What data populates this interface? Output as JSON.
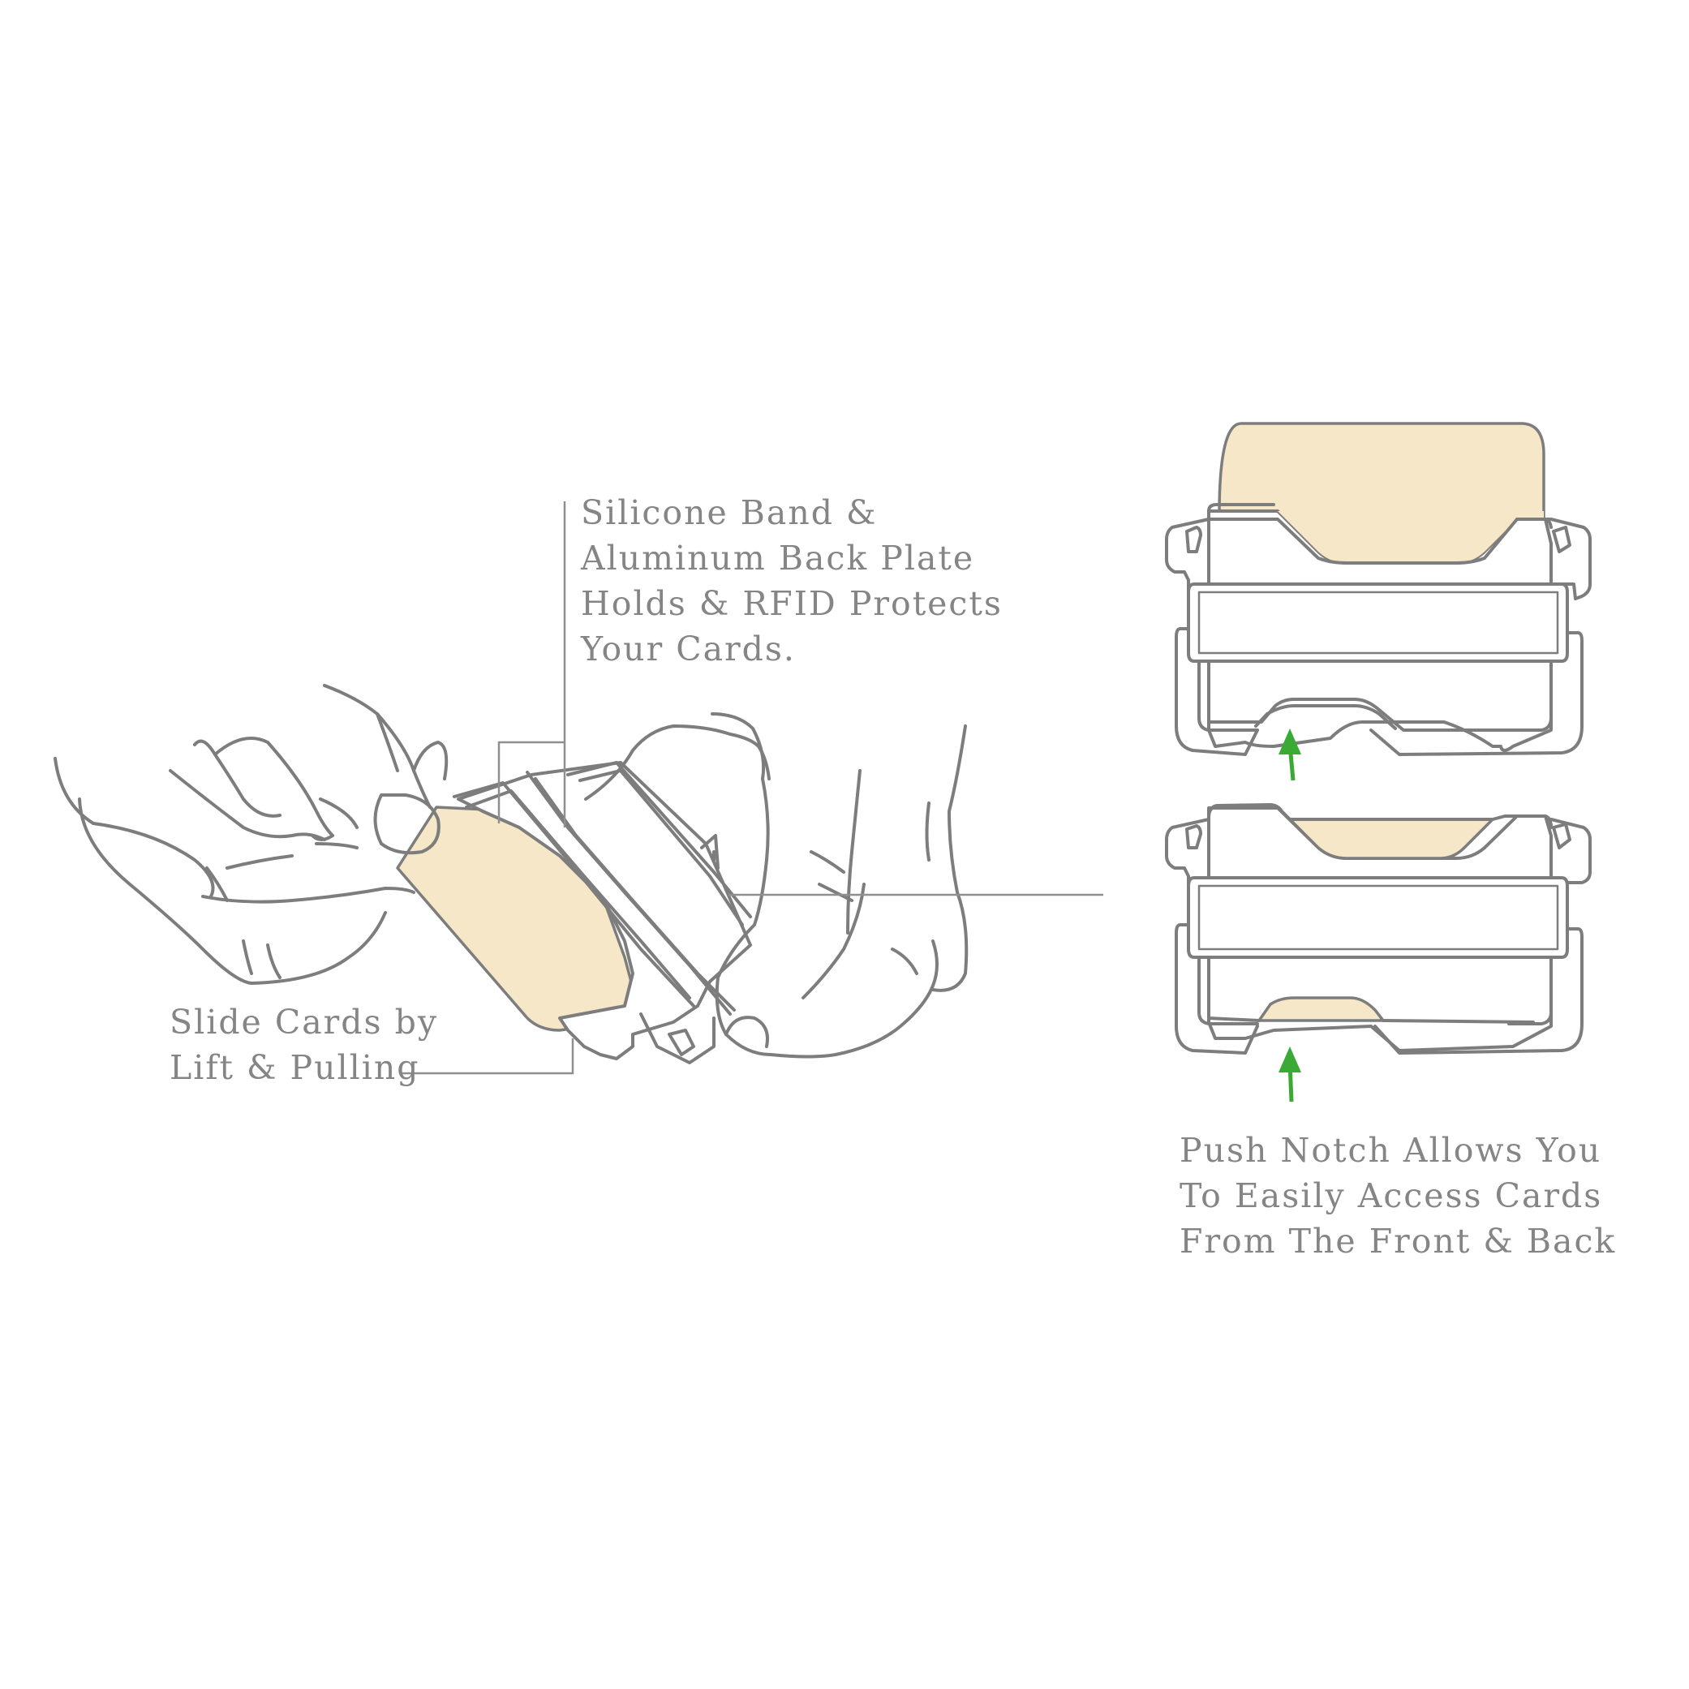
{
  "labels": {
    "silicone": [
      "Silicone Band &",
      "Aluminum Back Plate",
      "Holds & RFID Protects",
      "Your Cards."
    ],
    "slide": [
      "Slide Cards by",
      "Lift & Pulling"
    ],
    "push": [
      "Push Notch Allows You",
      "To Easily Access Cards",
      "From The Front & Back"
    ]
  },
  "colors": {
    "line": "#7d7d7d",
    "text": "#858585",
    "card": "#f5e7c7",
    "arrow": "#3aaa35",
    "background": "#ffffff"
  }
}
